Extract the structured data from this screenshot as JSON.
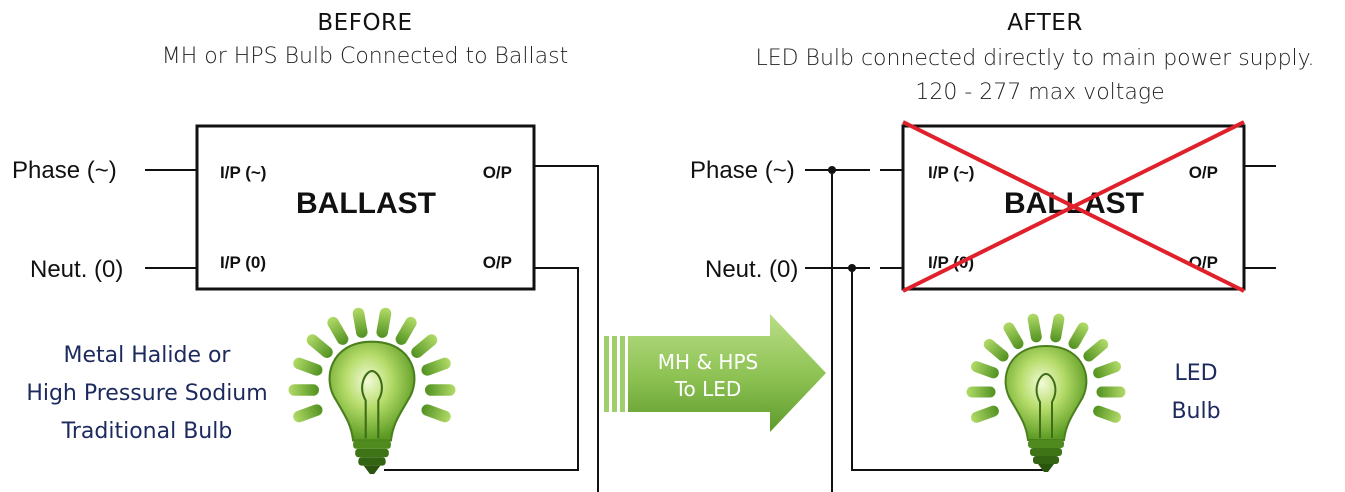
{
  "before": {
    "heading": "BEFORE",
    "subtitle": "MH or HPS Bulb Connected to Ballast",
    "phase_label": "Phase (~)",
    "neutral_label": "Neut. (0)",
    "ballast_title": "BALLAST",
    "ports": {
      "in_phase": "I/P (~)",
      "in_neutral": "I/P (0)",
      "out_top": "O/P",
      "out_bottom": "O/P"
    },
    "bulb_caption": [
      "Metal Halide or",
      "High Pressure Sodium",
      "Traditional Bulb"
    ]
  },
  "after": {
    "heading": "AFTER",
    "subtitle_line1": "LED Bulb connected directly to main power supply.",
    "subtitle_line2": "120 - 277 max voltage",
    "phase_label": "Phase (~)",
    "neutral_label": "Neut. (0)",
    "ballast_title": "BALLAST",
    "ports": {
      "in_phase": "I/P (~)",
      "in_neutral": "I/P (0)",
      "out_top": "O/P",
      "out_bottom": "O/P"
    },
    "bulb_caption": [
      "LED",
      "Bulb"
    ]
  },
  "transition_arrow": {
    "line1": "MH & HPS",
    "line2": "To LED"
  },
  "colors": {
    "text_blue": "#1d2a5e",
    "cross_red": "#e0212b",
    "bulb_green": "#6cb42c",
    "arrow_green": "#8cc152"
  }
}
